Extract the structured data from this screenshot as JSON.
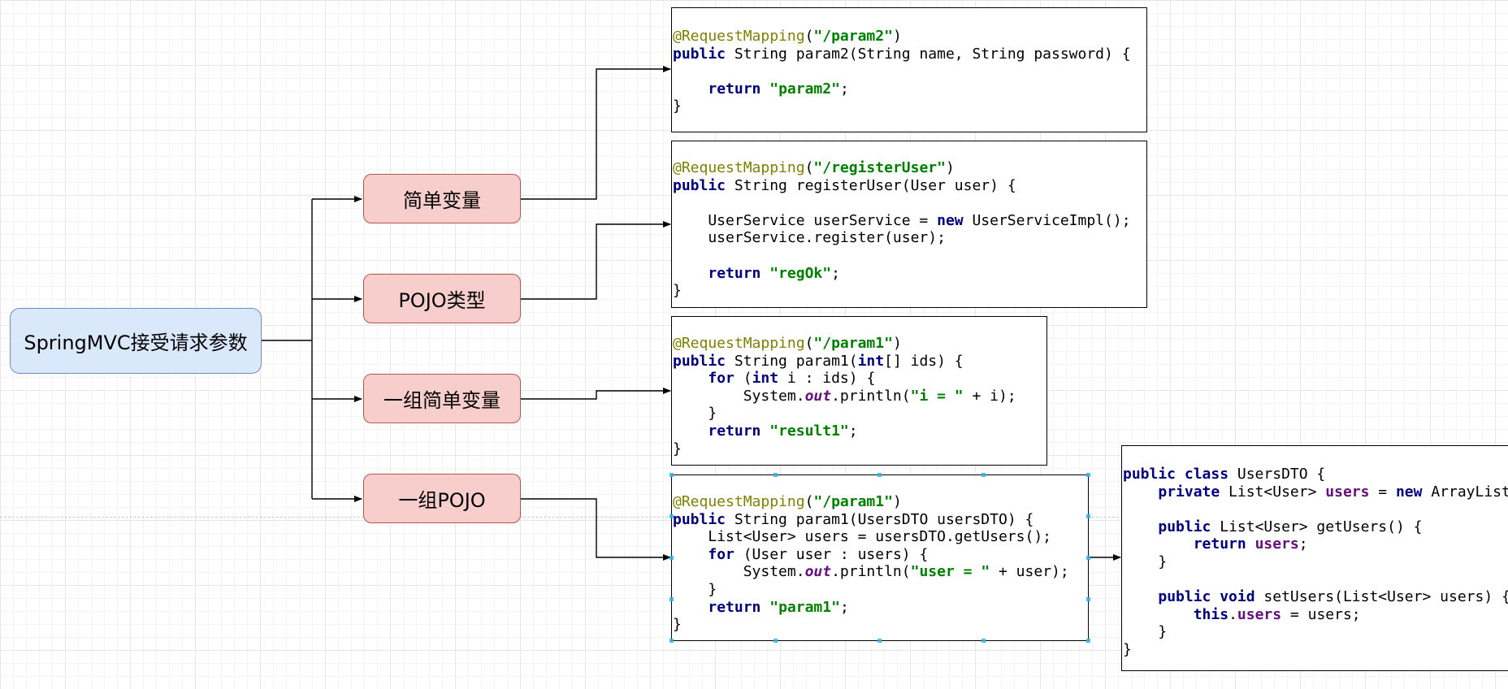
{
  "colors": {
    "root_fill": "#dae8fc",
    "root_stroke": "#6c8ebf",
    "category_fill": "#f8cecc",
    "category_stroke": "#b85450",
    "annotation": "#808000",
    "string": "#008000",
    "keyword": "#000080",
    "field": "#660e7a"
  },
  "root": {
    "label": "SpringMVC接受请求参数"
  },
  "categories": [
    {
      "label": "简单变量"
    },
    {
      "label": "POJO类型"
    },
    {
      "label": "一组简单变量"
    },
    {
      "label": "一组POJO"
    }
  ],
  "code_blocks": [
    {
      "lines": [
        [
          [
            "ann",
            "@RequestMapping"
          ],
          [
            "p",
            "("
          ],
          [
            "str",
            "\"/param2\""
          ],
          [
            "p",
            ")"
          ]
        ],
        [
          [
            "kw",
            "public"
          ],
          [
            "p",
            " String param2(String name, String password) {"
          ]
        ],
        [],
        [
          [
            "p",
            "    "
          ],
          [
            "kw",
            "return"
          ],
          [
            "p",
            " "
          ],
          [
            "str",
            "\"param2\""
          ],
          [
            "p",
            ";"
          ]
        ],
        [
          [
            "p",
            "}"
          ]
        ]
      ]
    },
    {
      "lines": [
        [
          [
            "ann",
            "@RequestMapping"
          ],
          [
            "p",
            "("
          ],
          [
            "str",
            "\"/registerUser\""
          ],
          [
            "p",
            ")"
          ]
        ],
        [
          [
            "kw",
            "public"
          ],
          [
            "p",
            " String registerUser(User user) {"
          ]
        ],
        [],
        [
          [
            "p",
            "    UserService userService = "
          ],
          [
            "kw",
            "new"
          ],
          [
            "p",
            " UserServiceImpl();"
          ]
        ],
        [
          [
            "p",
            "    userService.register(user);"
          ]
        ],
        [],
        [
          [
            "p",
            "    "
          ],
          [
            "kw",
            "return"
          ],
          [
            "p",
            " "
          ],
          [
            "str",
            "\"regOk\""
          ],
          [
            "p",
            ";"
          ]
        ],
        [
          [
            "p",
            "}"
          ]
        ]
      ]
    },
    {
      "lines": [
        [
          [
            "ann",
            "@RequestMapping"
          ],
          [
            "p",
            "("
          ],
          [
            "str",
            "\"/param1\""
          ],
          [
            "p",
            ")"
          ]
        ],
        [
          [
            "kw",
            "public"
          ],
          [
            "p",
            " String param1("
          ],
          [
            "kw",
            "int"
          ],
          [
            "p",
            "[] ids) {"
          ]
        ],
        [
          [
            "p",
            "    "
          ],
          [
            "kw",
            "for"
          ],
          [
            "p",
            " ("
          ],
          [
            "kw",
            "int"
          ],
          [
            "p",
            " i : ids) {"
          ]
        ],
        [
          [
            "p",
            "        System."
          ],
          [
            "static",
            "out"
          ],
          [
            "p",
            ".println("
          ],
          [
            "str",
            "\"i = \""
          ],
          [
            "p",
            " + i);"
          ]
        ],
        [
          [
            "p",
            "    }"
          ]
        ],
        [
          [
            "p",
            "    "
          ],
          [
            "kw",
            "return"
          ],
          [
            "p",
            " "
          ],
          [
            "str",
            "\"result1\""
          ],
          [
            "p",
            ";"
          ]
        ],
        [
          [
            "p",
            "}"
          ]
        ]
      ]
    },
    {
      "lines": [
        [
          [
            "ann",
            "@RequestMapping"
          ],
          [
            "p",
            "("
          ],
          [
            "str",
            "\"/param1\""
          ],
          [
            "p",
            ")"
          ]
        ],
        [
          [
            "kw",
            "public"
          ],
          [
            "p",
            " String param1(UsersDTO usersDTO) {"
          ]
        ],
        [
          [
            "p",
            "    List<User> users = usersDTO.getUsers();"
          ]
        ],
        [
          [
            "p",
            "    "
          ],
          [
            "kw",
            "for"
          ],
          [
            "p",
            " (User user : users) {"
          ]
        ],
        [
          [
            "p",
            "        System."
          ],
          [
            "static",
            "out"
          ],
          [
            "p",
            ".println("
          ],
          [
            "str",
            "\"user = \""
          ],
          [
            "p",
            " + user);"
          ]
        ],
        [
          [
            "p",
            "    }"
          ]
        ],
        [
          [
            "p",
            "    "
          ],
          [
            "kw",
            "return"
          ],
          [
            "p",
            " "
          ],
          [
            "str",
            "\"param1\""
          ],
          [
            "p",
            ";"
          ]
        ],
        [
          [
            "p",
            "}"
          ]
        ]
      ]
    },
    {
      "lines": [
        [
          [
            "kw",
            "public class"
          ],
          [
            "p",
            " UsersDTO {"
          ]
        ],
        [
          [
            "p",
            "    "
          ],
          [
            "kw",
            "private"
          ],
          [
            "p",
            " List<User> "
          ],
          [
            "fld",
            "users"
          ],
          [
            "p",
            " = "
          ],
          [
            "kw",
            "new"
          ],
          [
            "p",
            " ArrayList<>();"
          ]
        ],
        [],
        [
          [
            "p",
            "    "
          ],
          [
            "kw",
            "public"
          ],
          [
            "p",
            " List<User> getUsers() {"
          ]
        ],
        [
          [
            "p",
            "        "
          ],
          [
            "kw",
            "return"
          ],
          [
            "p",
            " "
          ],
          [
            "fld",
            "users"
          ],
          [
            "p",
            ";"
          ]
        ],
        [
          [
            "p",
            "    }"
          ]
        ],
        [],
        [
          [
            "p",
            "    "
          ],
          [
            "kw",
            "public void"
          ],
          [
            "p",
            " setUsers(List<User> users) {"
          ]
        ],
        [
          [
            "p",
            "        "
          ],
          [
            "kw",
            "this"
          ],
          [
            "p",
            "."
          ],
          [
            "fld",
            "users"
          ],
          [
            "p",
            " = users;"
          ]
        ],
        [
          [
            "p",
            "    }"
          ]
        ],
        [
          [
            "p",
            "}"
          ]
        ]
      ]
    }
  ]
}
